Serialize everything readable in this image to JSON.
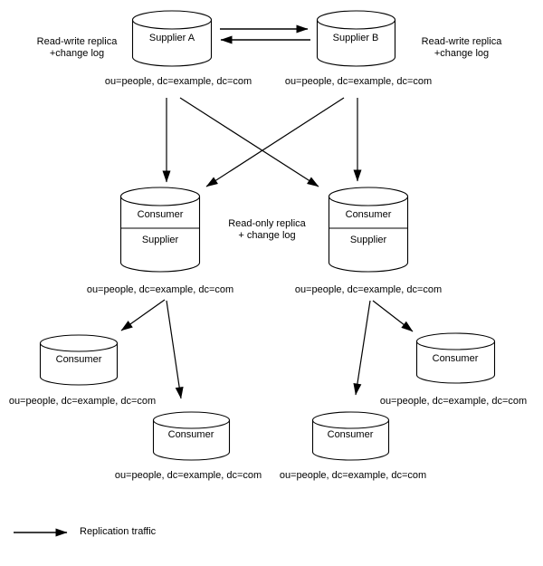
{
  "nodes": {
    "supplier_a": {
      "label": "Supplier A",
      "dn": "ou=people, dc=example, dc=com"
    },
    "supplier_b": {
      "label": "Supplier B",
      "dn": "ou=people, dc=example, dc=com"
    },
    "hub_left": {
      "role_top": "Consumer",
      "role_bottom": "Supplier",
      "dn": "ou=people, dc=example, dc=com"
    },
    "hub_right": {
      "role_top": "Consumer",
      "role_bottom": "Supplier",
      "dn": "ou=people, dc=example, dc=com"
    },
    "consumer_far_left": {
      "label": "Consumer",
      "dn": "ou=people, dc=example, dc=com"
    },
    "consumer_mid_left": {
      "label": "Consumer",
      "dn": "ou=people, dc=example, dc=com"
    },
    "consumer_mid_right": {
      "label": "Consumer",
      "dn": "ou=people, dc=example, dc=com"
    },
    "consumer_far_right": {
      "label": "Consumer",
      "dn": "ou=people, dc=example, dc=com"
    }
  },
  "annotations": {
    "read_write_left": "Read-write replica\n+change log",
    "read_write_right": "Read-write replica\n+change log",
    "read_only_center": "Read-only replica\n+ change log"
  },
  "legend": {
    "label": "Replication traffic"
  },
  "colors": {
    "line": "#000000",
    "background": "#ffffff"
  }
}
